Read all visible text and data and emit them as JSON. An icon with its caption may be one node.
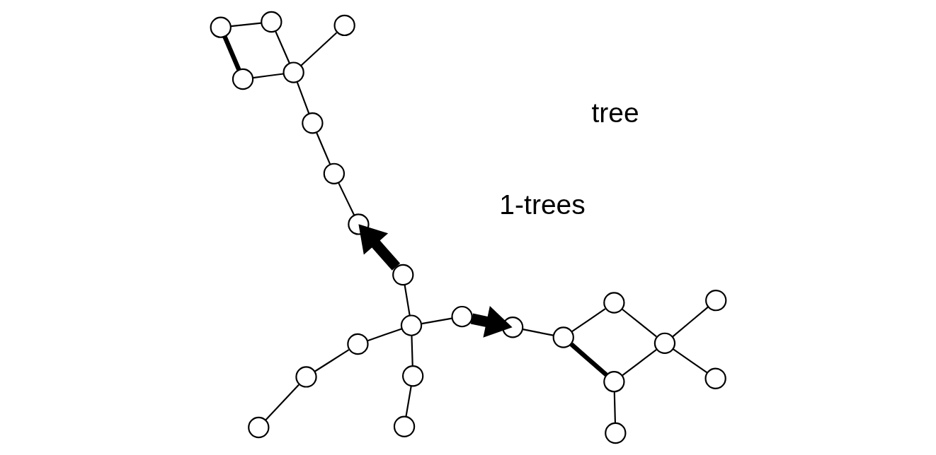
{
  "diagram": {
    "nodes": [
      {
        "text": [],
        "shape": "circle"
      },
      {
        "text": [],
        "shape": "circle"
      },
      {
        "text": [],
        "shape": "circle"
      },
      {
        "text": [],
        "shape": "circle"
      },
      {
        "text": [],
        "shape": "circle"
      },
      {
        "text": [],
        "shape": "circle"
      },
      {
        "text": [],
        "shape": "circle"
      },
      {
        "text": [],
        "shape": "circle"
      },
      {
        "text": [],
        "shape": "circle"
      },
      {
        "text": [],
        "shape": "circle"
      },
      {
        "text": [],
        "shape": "circle"
      },
      {
        "text": [],
        "shape": "circle"
      },
      {
        "text": [],
        "shape": "circle"
      },
      {
        "text": [],
        "shape": "circle"
      },
      {
        "text": [],
        "shape": "circle"
      },
      {
        "text": [],
        "shape": "circle"
      },
      {
        "text": [],
        "shape": "circle"
      },
      {
        "text": [],
        "shape": "circle"
      },
      {
        "text": [],
        "shape": "circle"
      },
      {
        "text": [],
        "shape": "circle"
      },
      {
        "text": [],
        "shape": "circle"
      },
      {
        "text": [],
        "shape": "circle"
      },
      {
        "text": [],
        "shape": "circle"
      },
      {
        "text": [],
        "shape": "circle"
      }
    ],
    "edges": [
      {
        "from": 0,
        "to": 1,
        "arrow": "none"
      },
      {
        "from": 1,
        "to": 2,
        "arrow": "none"
      },
      {
        "from": 2,
        "to": 3,
        "arrow": "none"
      },
      {
        "from": 3,
        "to": 4,
        "arrow": "none"
      },
      {
        "from": 3,
        "to": 5,
        "arrow": "none"
      },
      {
        "from": 3,
        "to": 6,
        "arrow": "none"
      },
      {
        "from": 5,
        "to": 7,
        "arrow": "none"
      },
      {
        "from": 8,
        "to": 9,
        "arrow": "none"
      },
      {
        "from": 9,
        "to": 10,
        "arrow": "none"
      },
      {
        "from": 10,
        "to": 11,
        "arrow": "none"
      },
      {
        "from": 11,
        "to": 12,
        "arrow": "none"
      },
      {
        "from": 11,
        "to": 13,
        "arrow": "none"
      },
      {
        "from": 11,
        "to": 14,
        "arrow": "none"
      },
      {
        "from": 13,
        "to": 15,
        "arrow": "none"
      },
      {
        "from": 9,
        "to": 13,
        "arrow": "none",
        "style": "thick"
      },
      {
        "from": 16,
        "to": 17,
        "arrow": "none"
      },
      {
        "from": 17,
        "to": 18,
        "arrow": "none"
      },
      {
        "from": 18,
        "to": 19,
        "arrow": "none"
      },
      {
        "from": 19,
        "to": 20,
        "arrow": "none"
      },
      {
        "from": 19,
        "to": 21,
        "arrow": "none"
      },
      {
        "from": 19,
        "to": 22,
        "arrow": "none"
      },
      {
        "from": 21,
        "to": 23,
        "arrow": "none"
      },
      {
        "from": 22,
        "to": 23,
        "arrow": "none",
        "style": "thick"
      },
      {
        "from": 4,
        "to": 8,
        "arrow": "to",
        "style": "thick"
      },
      {
        "from": 6,
        "to": 16,
        "arrow": "to",
        "style": "thick"
      }
    ],
    "labels": [
      "tree",
      "1-trees"
    ]
  }
}
